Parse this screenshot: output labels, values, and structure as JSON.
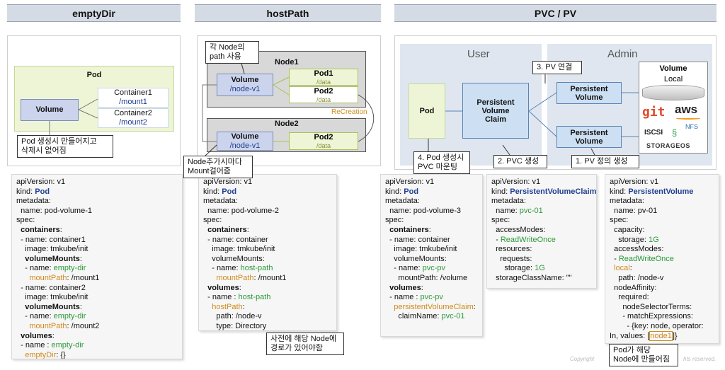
{
  "headers": {
    "emptydir": "emptyDir",
    "hostpath": "hostPath",
    "pvc": "PVC / PV"
  },
  "emptydir": {
    "pod": "Pod",
    "volume": "Volume",
    "container1": "Container1",
    "mount1": "/mount1",
    "container2": "Container2",
    "mount2": "/mount2",
    "callout_line1": "Pod 생성시 만들어지고",
    "callout_line2": "삭제시 없어짐"
  },
  "hostpath": {
    "callout_top_line1": "각 Node의",
    "callout_top_line2": "path 사용",
    "node1": "Node1",
    "node2": "Node2",
    "volume": "Volume",
    "volume_path": "/node-v1",
    "pod1": "Pod1",
    "pod2": "Pod2",
    "pod2b": "Pod2",
    "data": "/data",
    "recreation": "ReCreation",
    "callout_bottom_line1": "Node추가시마다",
    "callout_bottom_line2": "Mount걸어줌",
    "callout_yaml_line1": "사전에 해당 Node에",
    "callout_yaml_line2": "경로가 있어야함"
  },
  "pvc": {
    "user": "User",
    "admin": "Admin",
    "pod": "Pod",
    "pvc_line1": "Persistent",
    "pvc_line2": "Volume",
    "pvc_line3": "Claim",
    "pv_line1": "Persistent",
    "pv_line2": "Volume",
    "volume": "Volume",
    "local": "Local",
    "git": "git",
    "aws": "aws",
    "nfs": "NFS",
    "iscsi": "ISCSI",
    "storageos": "STORAGEOS",
    "step1": "1. PV 정의 생성",
    "step2": "2. PVC 생성",
    "step3": "3. PV 연결",
    "step4_line1": "4. Pod 생성시",
    "step4_line2": "PVC 마운팅",
    "pv_callout_line1": "Pod가 해당",
    "pv_callout_line2": "Node에 만들어짐"
  },
  "footer": "Copyright",
  "footer2": "hts reserved."
}
